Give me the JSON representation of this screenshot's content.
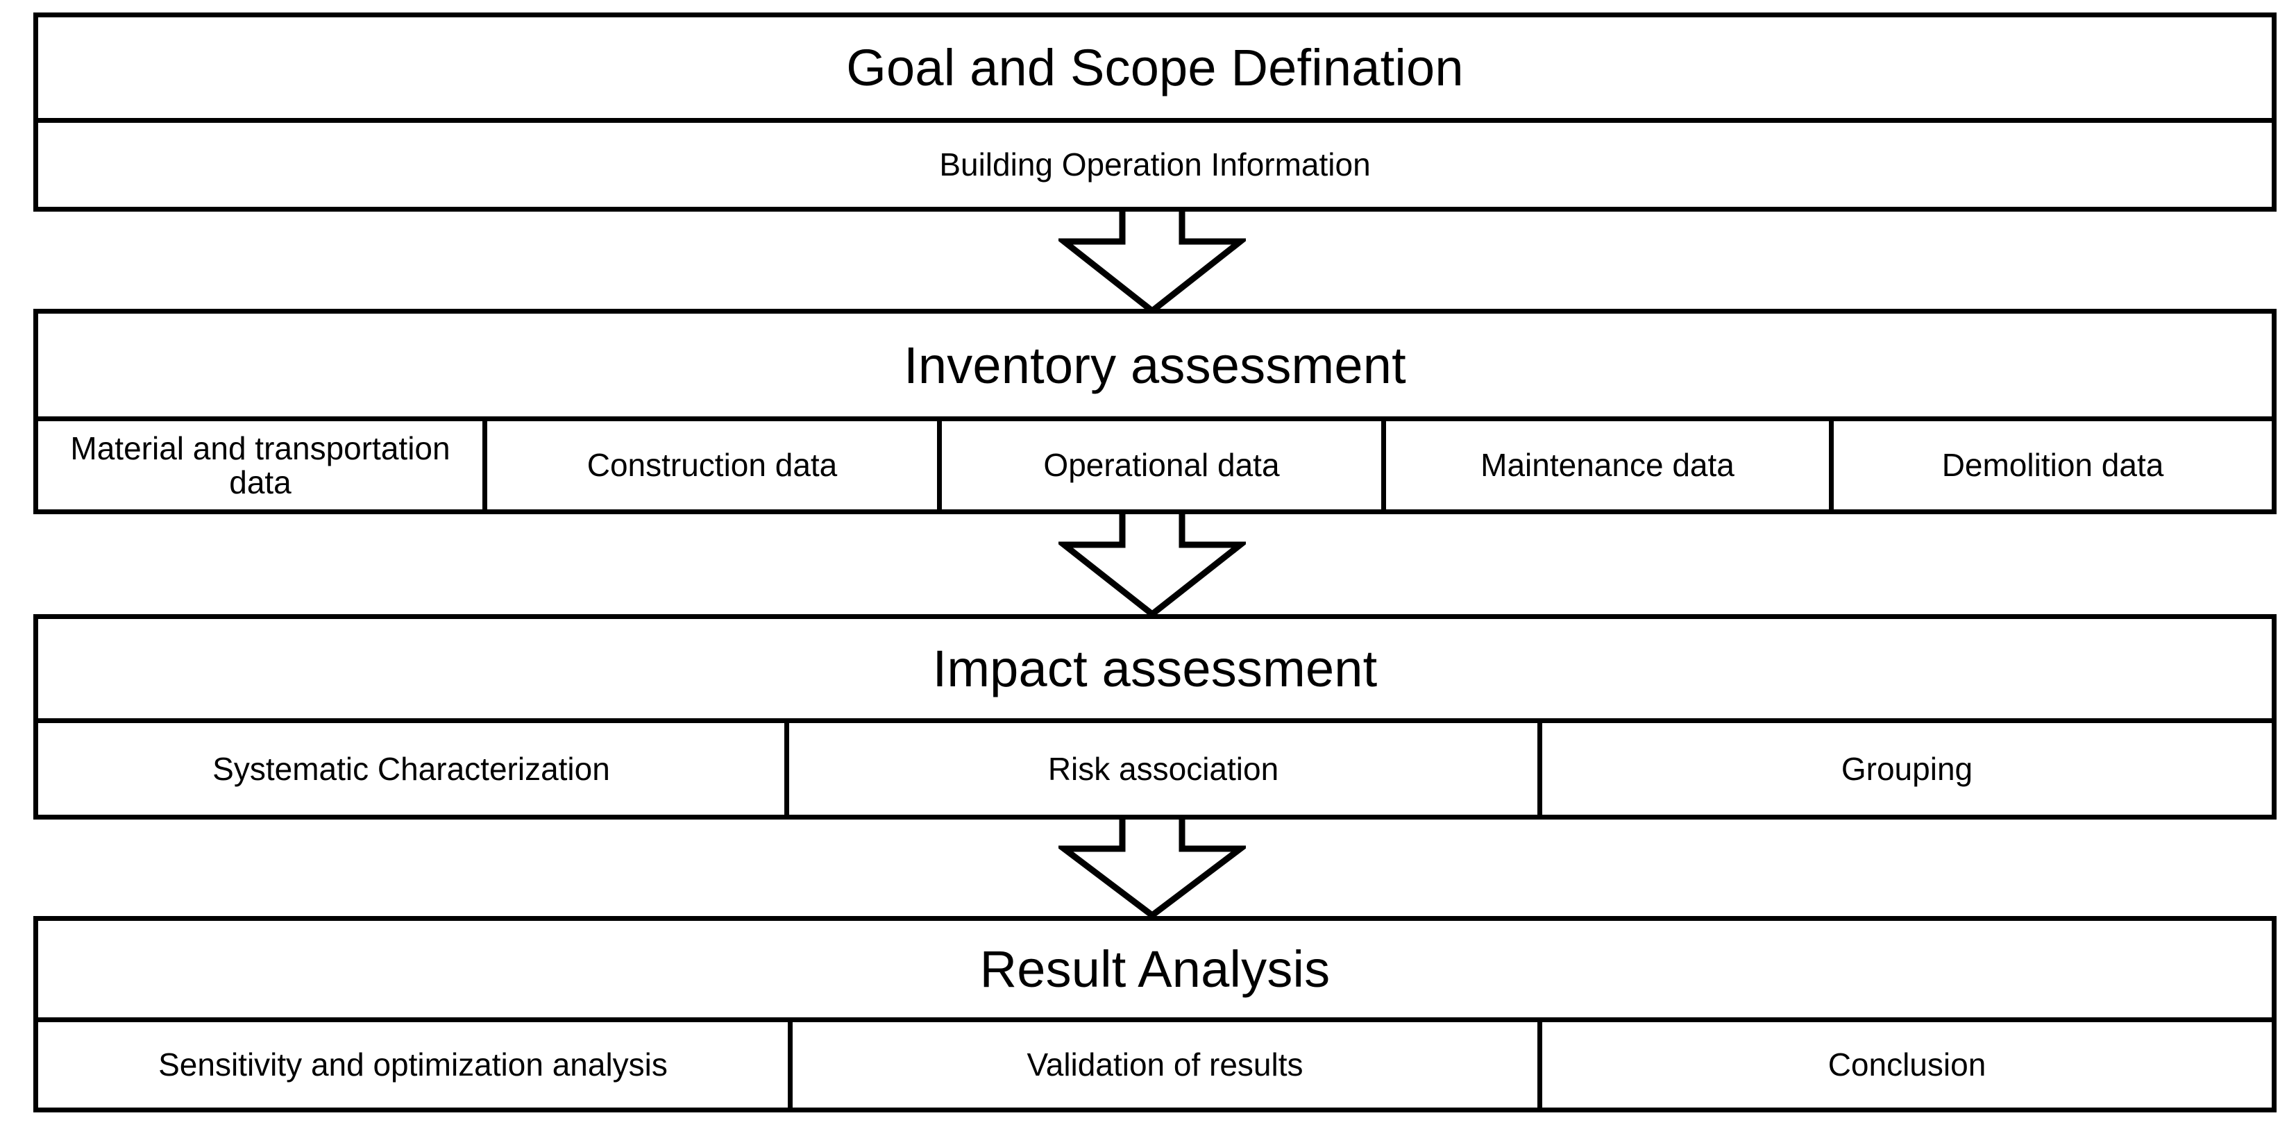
{
  "diagram": {
    "title": "Life Cycle Assessment framework flowchart",
    "orientation": "vertical",
    "connector_icon": "block-down-arrow",
    "colors": {
      "stroke": "#000000",
      "fill": "#ffffff",
      "text": "#000000"
    },
    "stages": [
      {
        "id": "goal-and-scope",
        "header": "Goal and Scope Defination",
        "header_size": "large",
        "items": [
          {
            "label": "Building Operation Information",
            "span": 1
          }
        ]
      },
      {
        "id": "inventory-assessment",
        "header": "Inventory assessment",
        "header_size": "large",
        "items": [
          {
            "label": "Material and transportation data",
            "span": 1
          },
          {
            "label": "Construction data",
            "span": 1
          },
          {
            "label": "Operational data",
            "span": 1
          },
          {
            "label": "Maintenance data",
            "span": 1
          },
          {
            "label": "Demolition data",
            "span": 1
          }
        ]
      },
      {
        "id": "impact-assessment",
        "header": "Impact assessment",
        "header_size": "large",
        "items": [
          {
            "label": "Systematic Characterization",
            "span": 1
          },
          {
            "label": "Risk association",
            "span": 1
          },
          {
            "label": "Grouping",
            "span": 1
          }
        ]
      },
      {
        "id": "result-analysis",
        "header": "Result Analysis",
        "header_size": "large",
        "items": [
          {
            "label": "Sensitivity and optimization analysis",
            "span": 1
          },
          {
            "label": "Validation of results",
            "span": 1
          },
          {
            "label": "Conclusion",
            "span": 1
          }
        ]
      }
    ],
    "connectors": [
      {
        "from": "goal-and-scope",
        "to": "inventory-assessment",
        "icon": "block-down-arrow"
      },
      {
        "from": "inventory-assessment",
        "to": "impact-assessment",
        "icon": "block-down-arrow"
      },
      {
        "from": "impact-assessment",
        "to": "result-analysis",
        "icon": "block-down-arrow"
      }
    ]
  }
}
